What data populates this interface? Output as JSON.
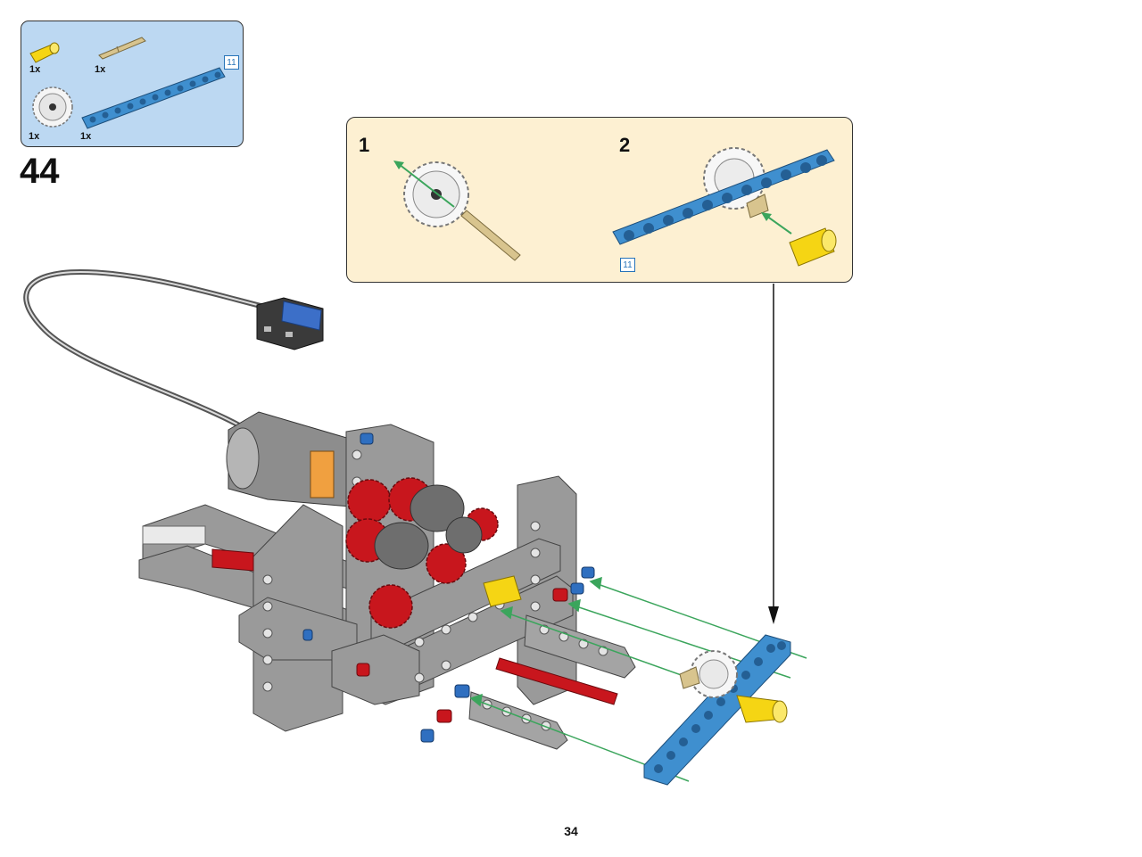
{
  "parts_list": {
    "items": [
      {
        "name": "yellow-axle-connector",
        "qty": "1x"
      },
      {
        "name": "tan-axle-pin",
        "qty": "1x"
      },
      {
        "name": "white-gear-24-tooth",
        "qty": "1x"
      },
      {
        "name": "blue-beam-11",
        "qty": "1x",
        "length_label": "11"
      }
    ]
  },
  "step": {
    "number": "44"
  },
  "callout": {
    "substeps": [
      {
        "number": "1"
      },
      {
        "number": "2",
        "length_label": "11"
      }
    ]
  },
  "page": {
    "number": "34"
  },
  "colors": {
    "parts_bg": "#bcd8f2",
    "callout_bg": "#fdf0d2",
    "beam_blue": "#3f8fcf",
    "arrow_green": "#3ba55c",
    "gear_red": "#c8161d",
    "beam_gray": "#9a9a9a",
    "axle_yellow": "#f5d514",
    "pin_tan": "#d8c48e"
  }
}
